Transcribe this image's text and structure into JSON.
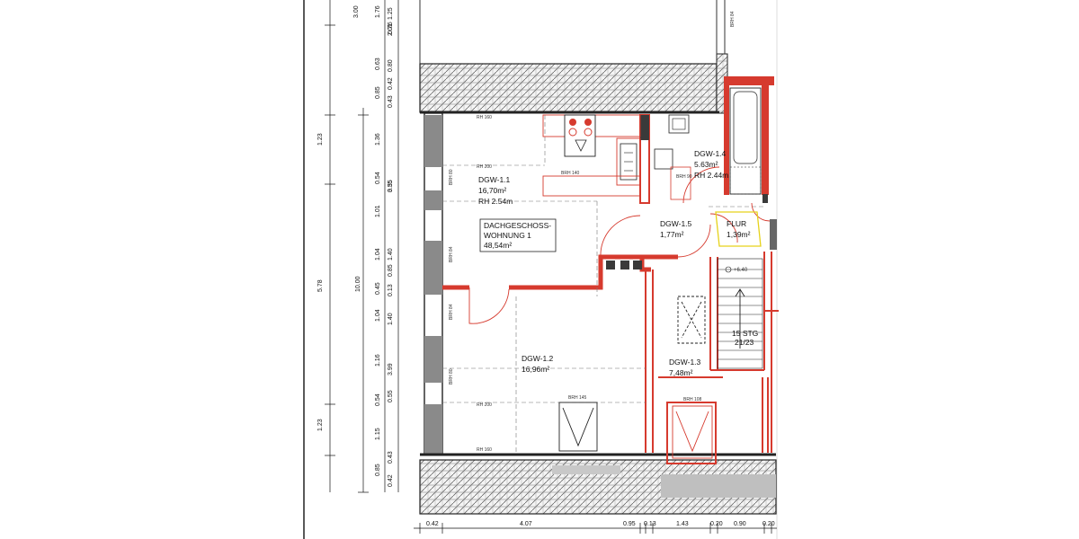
{
  "floor_plan": {
    "apartment": {
      "line1": "DACHGESCHOSS-",
      "line2": "WOHNUNG 1",
      "area": "48,54m²"
    },
    "rooms": [
      {
        "id": "DGW-1.1",
        "area": "16,70m²",
        "height": "RH  2.54m"
      },
      {
        "id": "DGW-1.2",
        "area": "16,96m²"
      },
      {
        "id": "DGW-1.3",
        "area": "7,48m²"
      },
      {
        "id": "DGW-1.4",
        "area": "5.63m²",
        "height": "RH  2.44m"
      },
      {
        "id": "DGW-1.5",
        "area": "1,77m²"
      },
      {
        "id": "FLUR",
        "area": "1,39m²"
      }
    ],
    "annotations": {
      "rh200_top": "RH 200",
      "rh200_bottom": "RH 200",
      "rh160_top": "RH 160",
      "rh160_bottom": "RH 160",
      "brh140": "BRH 140",
      "brh145": "BRH 145",
      "brh108": "BRH 108",
      "brh84_top": "BRH 84",
      "brh84_a": "BRH 84",
      "brh84_b": "BRH 84",
      "brh80_a": "BRH 80",
      "brh80_b": "BRH 80",
      "brh90": "BRH 90",
      "stairs_line1": "15 STG",
      "stairs_line2": "21/23",
      "level": "+6.40"
    },
    "left_dims_outer": [
      "3.00",
      "1.23",
      "5.78",
      "1.23"
    ],
    "left_dims_mid": [
      "10.00"
    ],
    "left_dims_inner": [
      "1.76",
      "0.63",
      "0.85",
      "1.36",
      "0.54",
      "1.01",
      "1.04",
      "0.45",
      "1.04",
      "1.16",
      "0.54",
      "1.15",
      "0.85"
    ],
    "left_dims_inner2": [
      "1.25",
      "0.76",
      "2.01",
      "0.80",
      "0.42",
      "0.43",
      "3.35",
      "0.55",
      "1.40",
      "0.85",
      "0.13",
      "1.40",
      "3.99",
      "0.55",
      "0.43",
      "0.42"
    ],
    "bottom_dims": [
      "0.42",
      "4.07",
      "0.95",
      "0.13",
      "1.43",
      "0.20",
      "0.90",
      "0.20"
    ]
  }
}
